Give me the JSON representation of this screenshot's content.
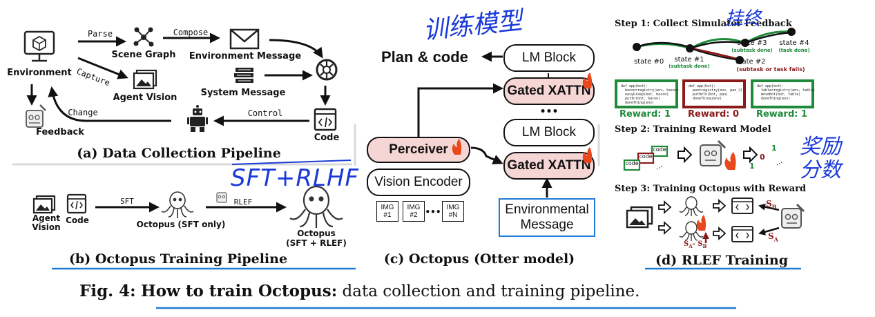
{
  "panel_a": {
    "caption": "(a) Data Collection Pipeline",
    "environment": "Environment",
    "parse": "Parse",
    "scene_graph": "Scene Graph",
    "compose": "Compose",
    "environment_message": "Environment Message",
    "capture": "Capture",
    "agent_vision": "Agent Vision",
    "system_message": "System Message",
    "change": "Change",
    "control": "Control",
    "code": "Code",
    "feedback": "Feedback"
  },
  "panel_b": {
    "caption": "(b) Octopus Training Pipeline",
    "agent_vision": "Agent\nVision",
    "code": "Code",
    "sft": "SFT",
    "rlef": "RLEF",
    "octopus_sft": "Octopus (SFT only)",
    "octopus_full_1": "Octopus",
    "octopus_full_2": "(SFT + RLEF)"
  },
  "panel_c": {
    "caption": "(c) Octopus (Otter model)",
    "plan_code": "Plan & code",
    "lm_block": "LM Block",
    "gated_xattn": "Gated XATTN",
    "ellipsis": "•••",
    "perceiver": "Perceiver",
    "vision_encoder": "Vision Encoder",
    "imgs": [
      "IMG\n#1",
      "IMG\n#2",
      "IMG\n#N"
    ],
    "img_dots": "•••",
    "env_message": "Environmental\nMessage"
  },
  "panel_d": {
    "caption": "(d) RLEF Training",
    "step1": "Step 1: Collect Simulator Feedback",
    "state0": "state #0",
    "state1": "state #1",
    "state1_note": "(subtask done)",
    "state2": "state #2",
    "state2_note": "(subtask or task fails)",
    "state3": "state #3",
    "state3_note": "(subtask done)",
    "state4": "state #4",
    "state4_note": "(task done)",
    "code1": "def app(bot):\n  bacon=registry(env, bacon)\n  easyGrasp(bot, bacon)\n  putIn(bot, bacon)\n  doneThing(env)",
    "code2": "def app(bot):\n  pan=registry(env, pan_2)\n  putOnTo(bot, pan)\n  doneThing(env)",
    "code3": "def app(bot):\n  table=registry(env, table)\n  moveBot(bot, table)\n  doneThing(env)",
    "reward1": "Reward: 1",
    "reward2": "Reward: 0",
    "reward3": "Reward: 1",
    "step2": "Step 2: Training Reward Model",
    "code_label": "code",
    "dots": "...",
    "score_1": "1",
    "score_0": "0",
    "score_1b": "1",
    "step3": "Step 3: Training Octopus with Reward",
    "sb": "S",
    "sb_sub": "B",
    "sa": "S",
    "sa_sub": "A",
    "diff": "S",
    "diff_sub_a": "A",
    "diff_mid": "- S",
    "diff_sub_b": "B"
  },
  "figure_caption": {
    "label": "Fig. 4:",
    "bold_title": "How to train Octopus:",
    "rest": "data collection and training pipeline."
  },
  "annotations": {
    "sft_rlhf": "SFT+RLHF",
    "train_model": "训练模型",
    "fail": "挂终",
    "reward_score": "奖励分数"
  },
  "colors": {
    "accent_blue": "#1f7bd6",
    "annotation_blue": "#1a3ad8",
    "success_green": "#1e8a3a",
    "fail_red": "#8b1a1a",
    "pink_fill": "#f6d6d4",
    "flame": "#e8481c"
  }
}
